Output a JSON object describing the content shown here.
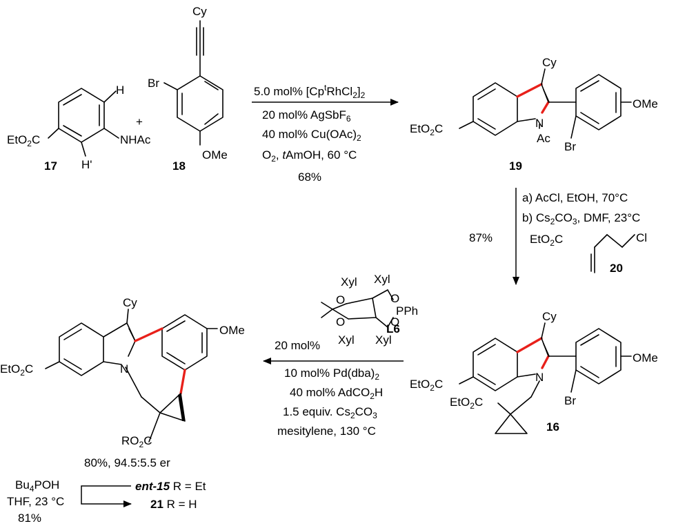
{
  "scheme": {
    "step1": {
      "reactant_17": {
        "label": "17",
        "groups": [
          "EtO2C",
          "NHAc",
          "H",
          "H'"
        ]
      },
      "plus": "+",
      "reactant_18": {
        "label": "18",
        "groups": [
          "Cy",
          "Br",
          "OMe"
        ]
      },
      "conditions": [
        "5.0 mol% [Cp",
        "t",
        "RhCl",
        "2",
        "]",
        "2",
        "20 mol% AgSbF",
        "6",
        "40 mol% Cu(OAc)",
        "2",
        "O",
        "2",
        ", ",
        "t",
        "AmOH, 60 °C",
        "68%"
      ],
      "product_19": {
        "label": "19",
        "groups": [
          "Cy",
          "OMe",
          "EtO2C",
          "N",
          "Ac",
          "Br"
        ]
      }
    },
    "step2": {
      "yield": "87%",
      "cond_a": "a) AcCl, EtOH, 70°C",
      "cond_b_prefix": "b) Cs",
      "cond_b_sub": "2",
      "cond_b_suffix": "CO",
      "cond_b_sub2": "3",
      "cond_b_end": ", DMF, 23°C",
      "reagent_20": {
        "label": "20",
        "groups": [
          "EtO2C",
          "Cl"
        ]
      },
      "product_16": {
        "label": "16",
        "groups": [
          "Cy",
          "OMe",
          "EtO2C",
          "N",
          "Br",
          "EtO2C"
        ]
      }
    },
    "step3": {
      "ligand": {
        "label": "L6",
        "groups": [
          "Xyl",
          "Xyl",
          "Xyl",
          "Xyl",
          "O",
          "O",
          "O",
          "O",
          "PPh"
        ]
      },
      "lig_loading": "20 mol%",
      "cond1_a": "10 mol% Pd(dba)",
      "cond1_b": "2",
      "cond2_a": "40 mol% AdCO",
      "cond2_b": "2",
      "cond2_c": "H",
      "cond3_a": "1.5 equiv. Cs",
      "cond3_b": "2",
      "cond3_c": "CO",
      "cond3_d": "3",
      "cond4": "mesitylene, 130 °C",
      "product": {
        "groups": [
          "Cy",
          "OMe",
          "EtO2C",
          "N",
          "RO2C"
        ]
      },
      "result": "80%, 94.5:5.5 er"
    },
    "step4": {
      "reagent": "Bu4POH",
      "reagent_a": "Bu",
      "reagent_b": "4",
      "reagent_c": "POH",
      "solvent": "THF, 23 °C",
      "yield": "81%",
      "ent15_label": "ent-15",
      "ent15_r": " R = Et",
      "c21_label": "21",
      "c21_r": " R = H"
    }
  },
  "colors": {
    "highlight_bond": "#e8201a",
    "ink": "#000000"
  }
}
